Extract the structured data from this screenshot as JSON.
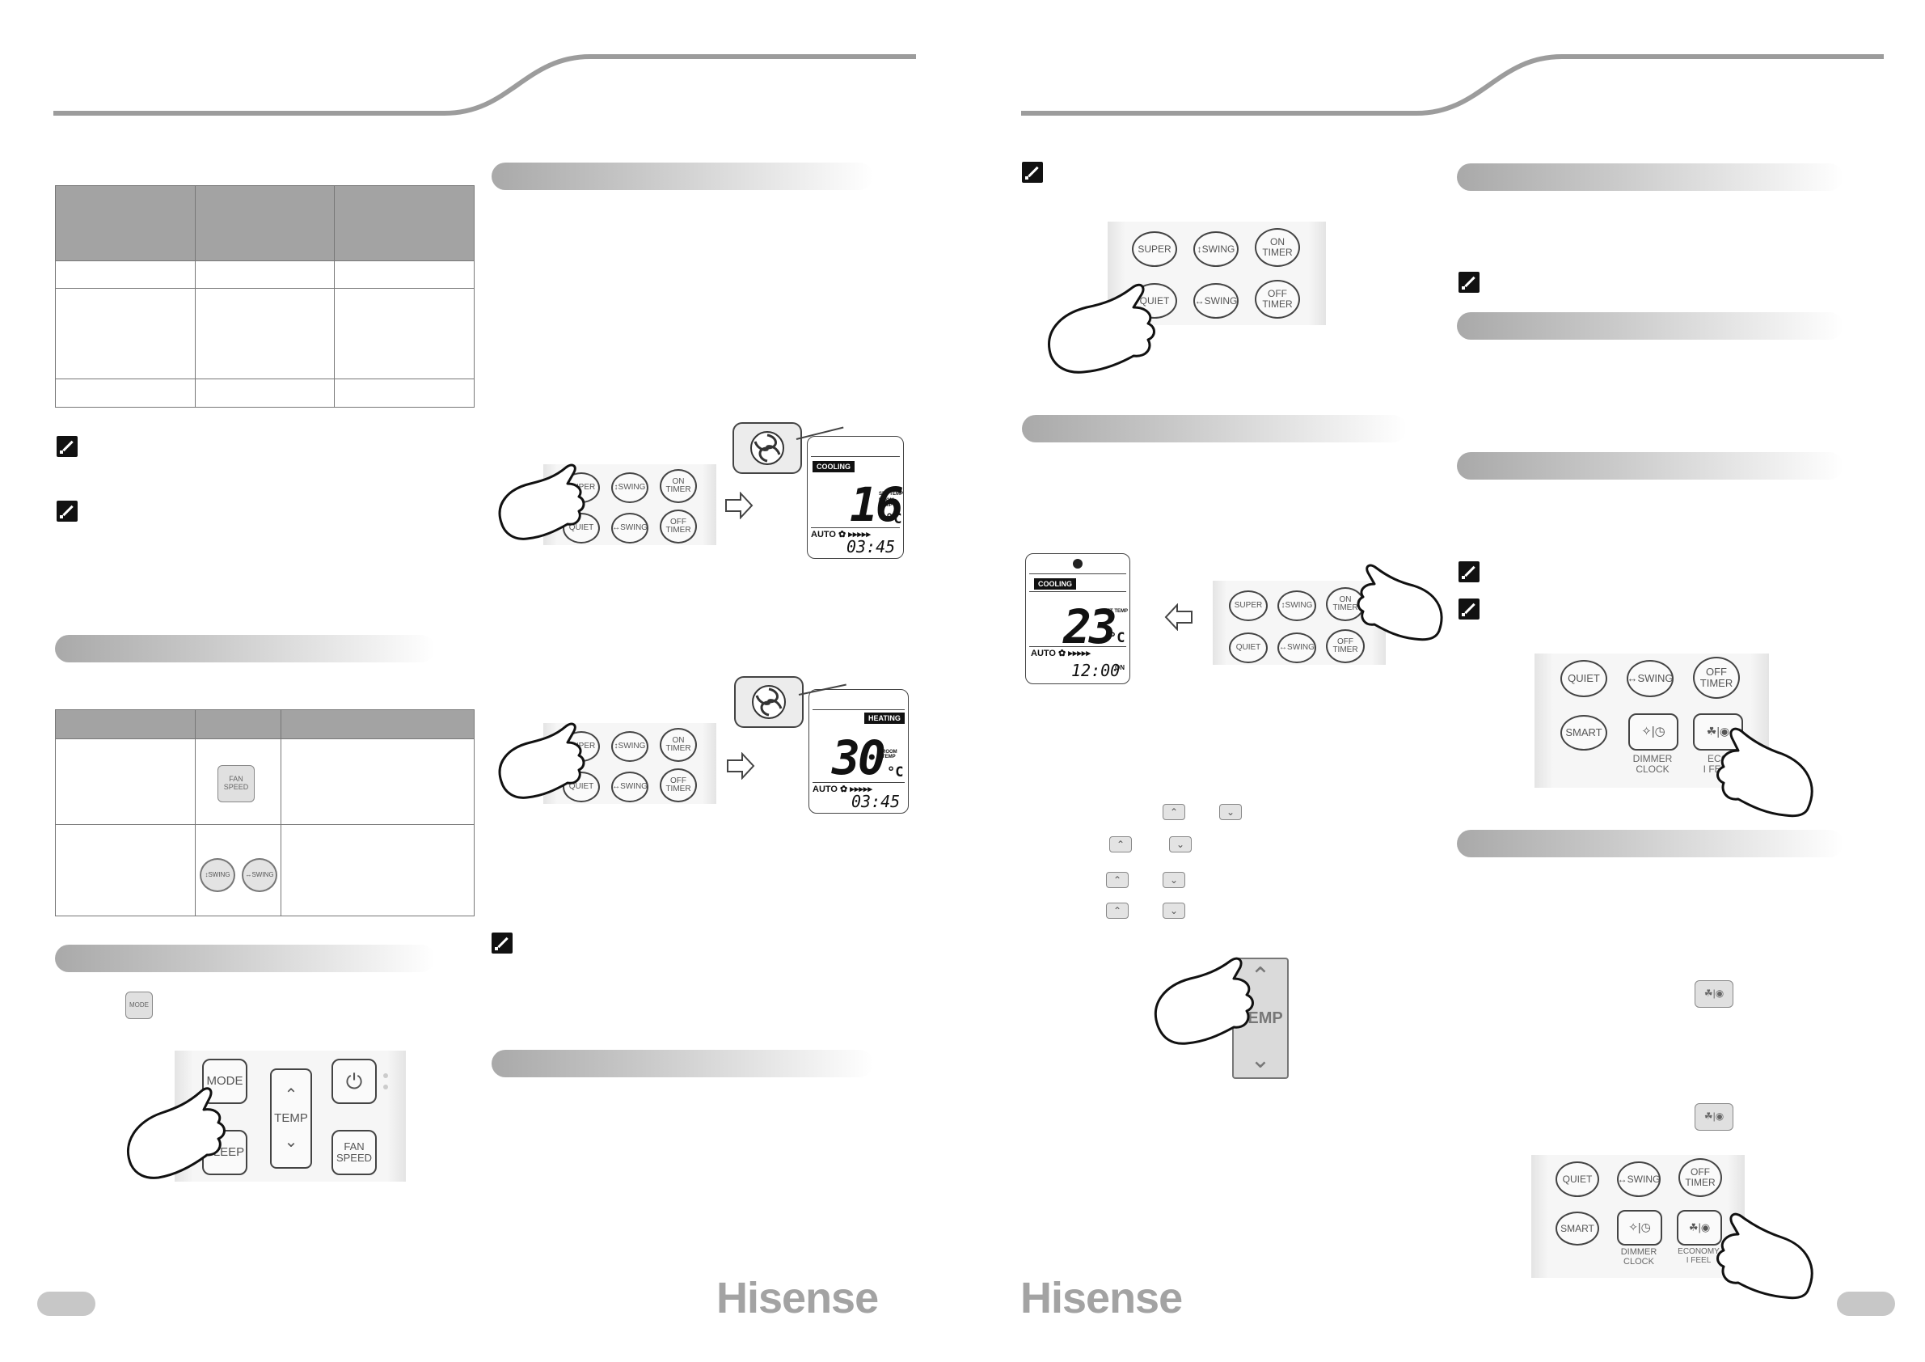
{
  "brand": {
    "logo_left": "Hisense",
    "logo_right": "Hisense"
  },
  "buttons": {
    "super": "SUPER",
    "swing_v": "↕SWING",
    "swing_h": "↔SWING",
    "on_timer": "ON TIMER",
    "off_timer": "OFF TIMER",
    "quiet": "QUIET",
    "mode": "MODE",
    "sleep": "SLEEP",
    "temp": "TEMP",
    "fan_speed": "FAN SPEED",
    "smart": "SMART",
    "dimmer": "DIMMER",
    "clock": "CLOCK",
    "economy": "ECONOMY",
    "feel": "I FEEL",
    "eco_partial": "ECO",
    "mode_small": "MODE"
  },
  "displays": {
    "cooling": {
      "mode": "COOLING",
      "temp": "16",
      "unit": "°C",
      "label1": "SET TEMP",
      "label2": "ROOM TEMP",
      "fan": "AUTO",
      "time": "03:45"
    },
    "heating": {
      "mode": "HEATING",
      "temp": "30",
      "unit": "°C",
      "label2": "ROOM TEMP",
      "fan": "AUTO",
      "time": "03:45"
    },
    "timer": {
      "mode": "COOLING",
      "temp": "23",
      "unit": "°C",
      "label1": "SET TEMP",
      "fan": "AUTO",
      "time": "12:00",
      "on": "ON"
    }
  },
  "colors": {
    "bar": "#a9a9a9",
    "table_header": "#a3a3a3",
    "logo": "#a3a3a3"
  }
}
